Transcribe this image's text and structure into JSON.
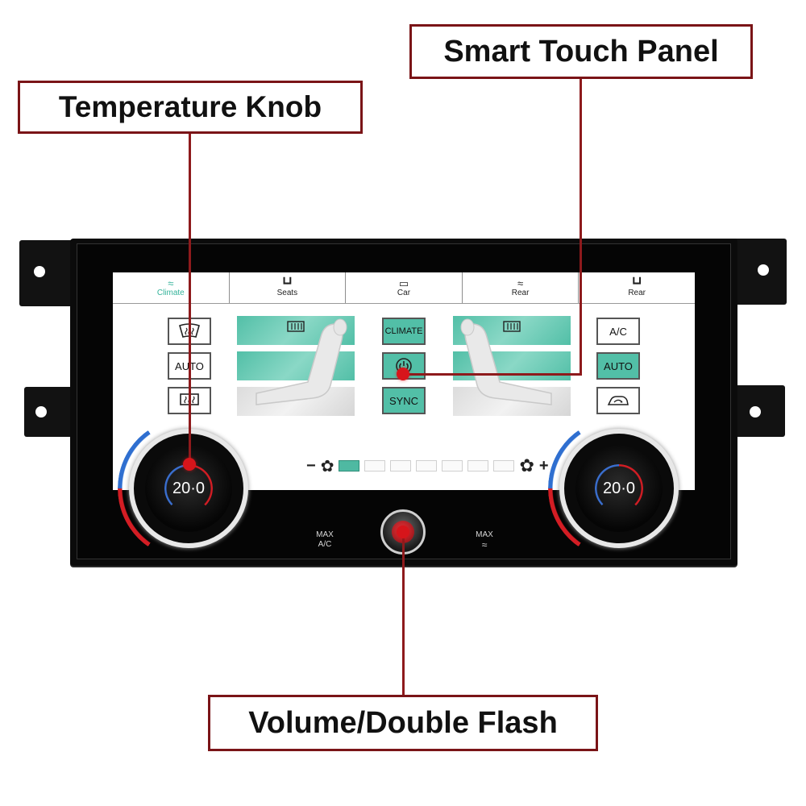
{
  "callouts": {
    "smart_touch_panel": "Smart Touch Panel",
    "temperature_knob": "Temperature Knob",
    "volume_double_flash": "Volume/Double Flash"
  },
  "tabs": [
    {
      "label": "Climate",
      "icon": "climate-icon",
      "active": true
    },
    {
      "label": "Seats",
      "icon": "seats-icon"
    },
    {
      "label": "Car",
      "icon": "car-icon"
    },
    {
      "label": "Rear",
      "icon": "rear-climate-icon"
    },
    {
      "label": "Rear",
      "icon": "rear-seats-icon"
    }
  ],
  "left_buttons": {
    "top_icon": "windshield-defrost-icon",
    "auto": "AUTO",
    "bottom_icon": "rear-defrost-icon"
  },
  "center_buttons": {
    "climate": "CLIMATE",
    "power_icon": "power-icon",
    "sync": "SYNC"
  },
  "right_buttons": {
    "ac": "A/C",
    "auto": "AUTO",
    "bottom_icon": "air-recirculation-icon"
  },
  "fan": {
    "minus": "−",
    "plus": "+",
    "level": 1,
    "segments": 7
  },
  "left_temp": "20·0",
  "right_temp": "20·0",
  "hardware": {
    "max_ac_top": "MAX",
    "max_ac_bottom": "A/C",
    "max_defrost_top": "MAX"
  },
  "colors": {
    "accent": "#4fb9a2",
    "callout_border": "#7a1417",
    "leader": "#8e1a1c",
    "dot": "#d7151b"
  }
}
